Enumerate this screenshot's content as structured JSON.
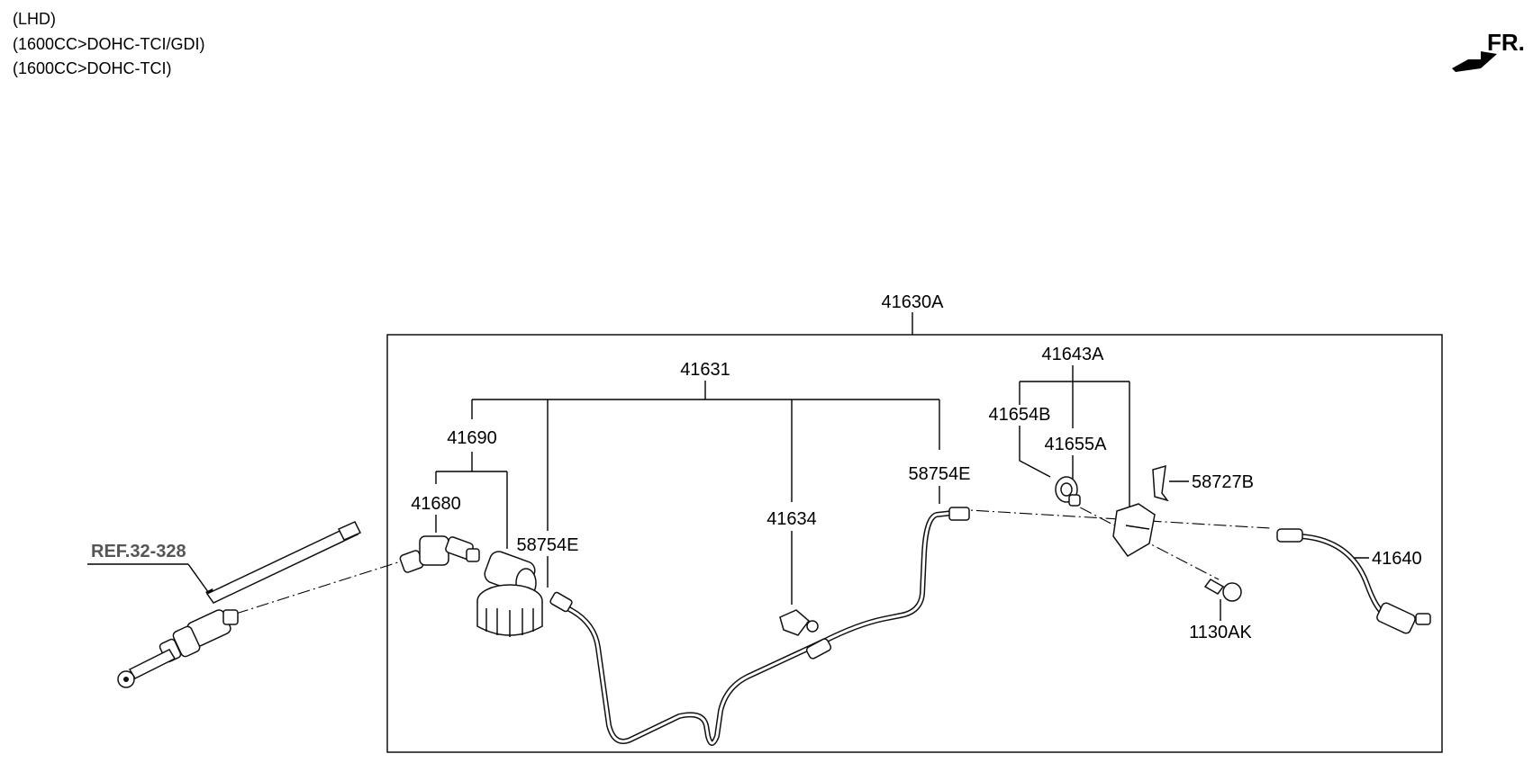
{
  "header": {
    "line1": "(LHD)",
    "line2": "(1600CC>DOHC-TCI/GDI)",
    "line3": "(1600CC>DOHC-TCI)"
  },
  "direction": {
    "label": "FR."
  },
  "reference": {
    "label": "REF.32-328"
  },
  "labels": {
    "p41630A": "41630A",
    "p41631": "41631",
    "p41690": "41690",
    "p41680": "41680",
    "p58754E_left": "58754E",
    "p41634": "41634",
    "p58754E_right": "58754E",
    "p41643A": "41643A",
    "p41654B": "41654B",
    "p41655A": "41655A",
    "p58727B": "58727B",
    "p41640": "41640",
    "p1130AK": "1130AK"
  },
  "icons": {
    "direction_arrow": "fr-arrow-icon"
  }
}
